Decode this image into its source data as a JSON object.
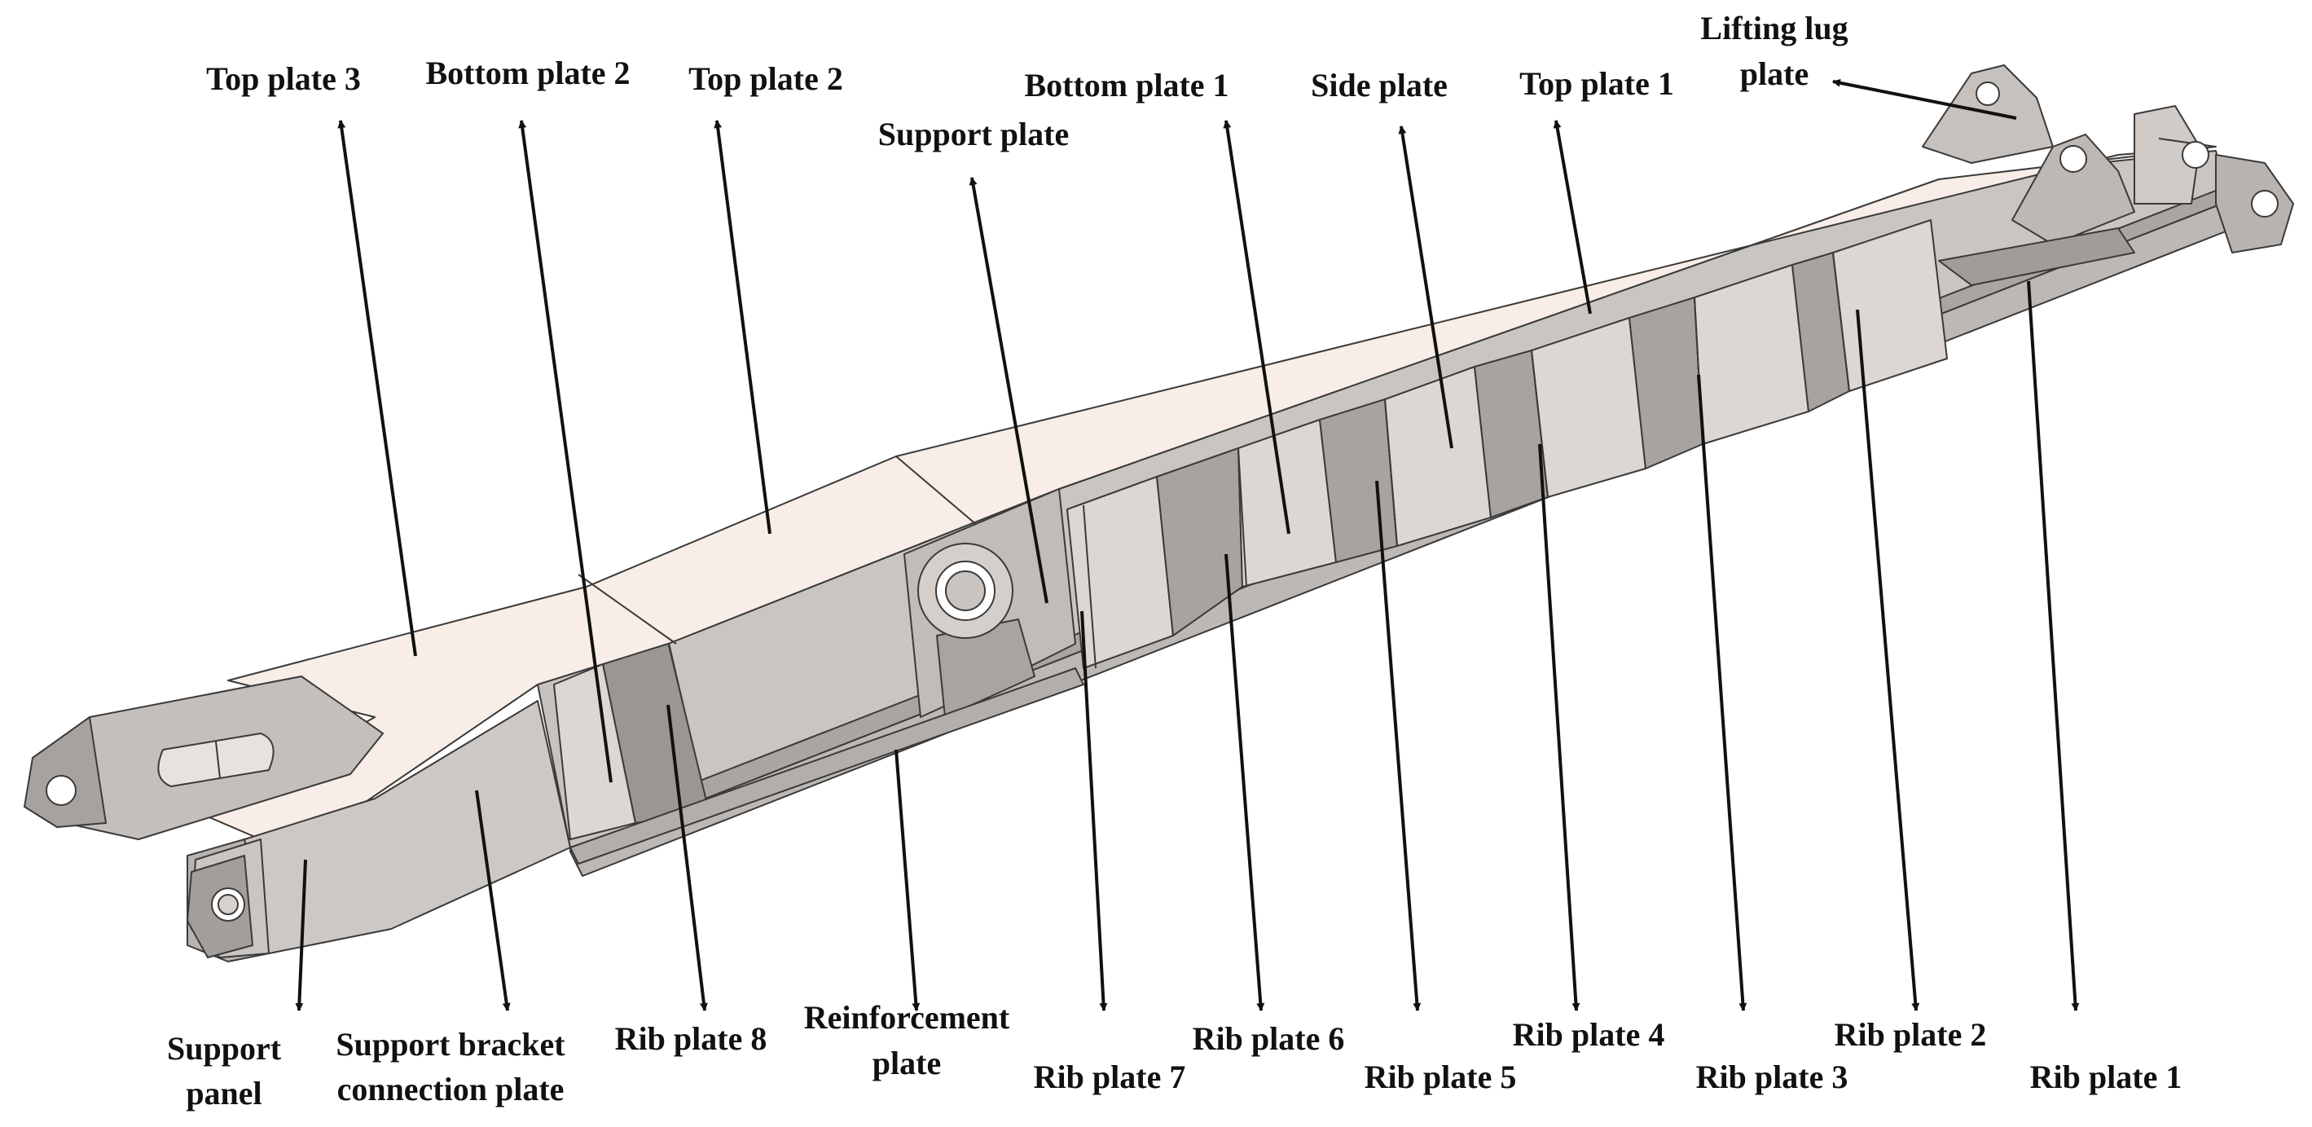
{
  "labels": {
    "top_plate_3": "Top plate 3",
    "bottom_plate_2": "Bottom plate 2",
    "top_plate_2": "Top plate 2",
    "bottom_plate_1": "Bottom plate 1",
    "side_plate": "Side plate",
    "top_plate_1": "Top plate 1",
    "lifting_lug_line1": "Lifting lug",
    "lifting_lug_line2": "plate",
    "support_plate": "Support plate",
    "support_panel_line1": "Support",
    "support_panel_line2": "panel",
    "support_bracket_line1": "Support bracket",
    "support_bracket_line2": "connection plate",
    "rib_plate_8": "Rib plate 8",
    "reinforcement_line1": "Reinforcement",
    "reinforcement_line2": "plate",
    "rib_plate_7": "Rib plate 7",
    "rib_plate_6": "Rib plate 6",
    "rib_plate_5": "Rib plate 5",
    "rib_plate_4": "Rib plate 4",
    "rib_plate_3": "Rib plate 3",
    "rib_plate_2": "Rib plate 2",
    "rib_plate_1": "Rib plate 1"
  },
  "colors": {
    "top_face": "#f8ede7",
    "side_face": "#c9c5c1",
    "dark_face": "#8f8b88",
    "inner_face": "#dcd7d3",
    "edge": "#3a3a3a",
    "arrow": "#111111"
  }
}
